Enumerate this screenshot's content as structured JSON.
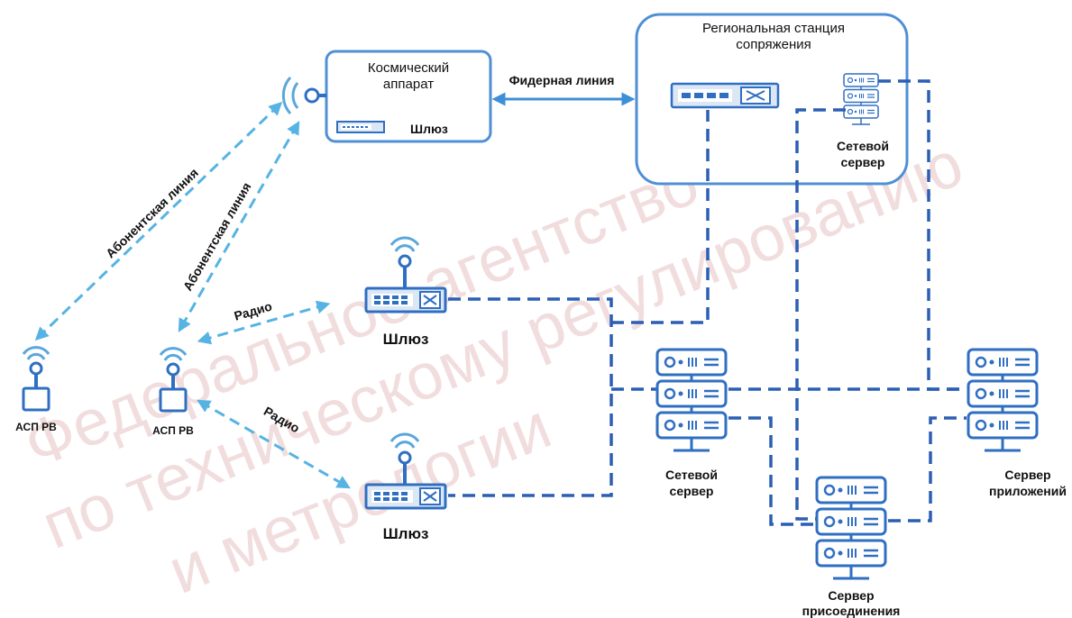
{
  "colors": {
    "device_blue": "#2f6fc2",
    "device_light": "#5aa7dd",
    "box_border": "#4f8fd6",
    "dashed_dark": "#2c5fb3",
    "dashed_light": "#56b3e3",
    "watermark": "#e2b5b5"
  },
  "labels": {
    "spacecraft_line1": "Космический",
    "spacecraft_line2": "аппарат",
    "spacecraft_gateway": "Шлюз",
    "feeder_line": "Фидерная линия",
    "station_line1": "Региональная станция",
    "station_line2": "сопряжения",
    "station_server_line1": "Сетевой",
    "station_server_line2": "сервер",
    "subscriber_line_1": "Абонентская линия",
    "subscriber_line_2": "Абонентская линия",
    "radio_1": "Радио",
    "radio_2": "Радио",
    "gateway_1": "Шлюз",
    "gateway_2": "Шлюз",
    "end_device_1": "АСП РВ",
    "end_device_2": "АСП РВ",
    "network_server_line1": "Сетевой",
    "network_server_line2": "сервер",
    "app_server_line1": "Сервер",
    "app_server_line2": "приложений",
    "join_server_line1": "Сервер",
    "join_server_line2": "присоединения"
  },
  "watermark": {
    "line1": "Федеральное агентство",
    "line2": "по техническому регулированию",
    "line3": "и метрологии"
  },
  "icons": {
    "satellite_antenna": "antenna-icon",
    "gateway": "router-icon",
    "server": "server-rack-icon",
    "end_device": "sensor-device-icon"
  }
}
